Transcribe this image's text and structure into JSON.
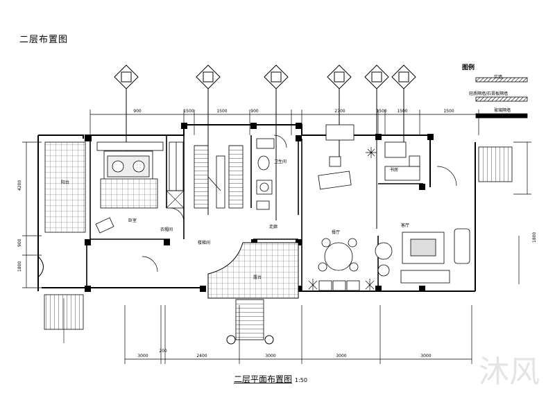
{
  "drawing": {
    "top_title": "二层布置图",
    "bottom_title": "二层平面布置图",
    "bottom_scale": "1:50",
    "legend": {
      "title": "图例",
      "items": [
        "实墙",
        "轻质隔墙/石膏板隔墙",
        "玻璃隔墙"
      ]
    },
    "dimensions_top": [
      "900",
      "1500",
      "1500",
      "900",
      "2700",
      "1500",
      "1500",
      "1500"
    ],
    "dimensions_bottom": [
      "3000",
      "200",
      "2400",
      "3000",
      "3000"
    ],
    "dimensions_left": [
      "4200",
      "900",
      "1800"
    ],
    "dimensions_right": [
      "1800"
    ],
    "room_labels": [
      "卧室",
      "衣帽间",
      "楼梯间",
      "卫生间",
      "书房",
      "走廊",
      "客厅",
      "餐厅",
      "露台",
      "阳台"
    ],
    "watermark": "沐风"
  }
}
